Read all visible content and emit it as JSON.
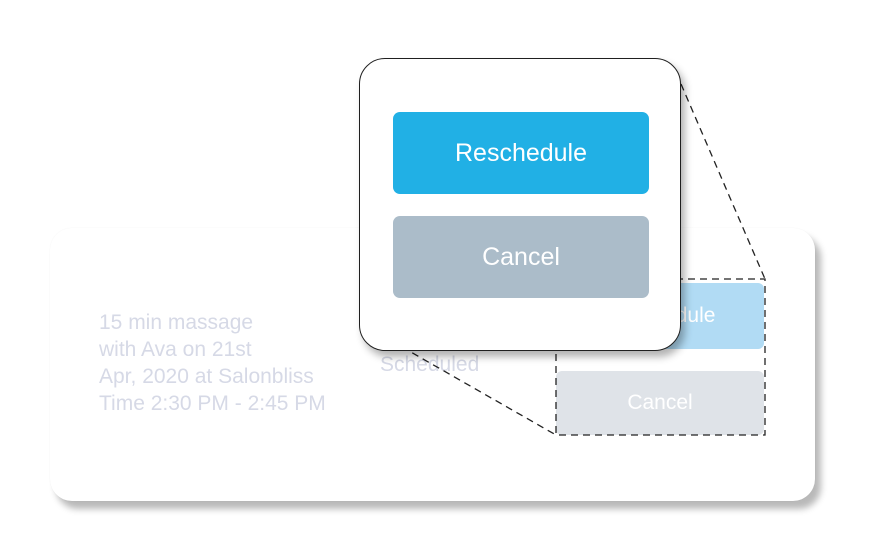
{
  "appointment": {
    "lines": [
      "15 min massage",
      "with Ava on 21st",
      "Apr, 2020 at Salonbliss",
      "Time 2:30 PM - 2:45 PM"
    ],
    "status": "Scheduled"
  },
  "card_buttons": {
    "reschedule_label": "Reschedule",
    "cancel_label": "Cancel"
  },
  "popover": {
    "reschedule_label": "Reschedule",
    "cancel_label": "Cancel"
  },
  "colors": {
    "reschedule_primary": "#21b0e5",
    "cancel_primary": "#abbcc9",
    "reschedule_faded": "#b1dbf4",
    "cancel_faded": "#dfe3e8",
    "faded_text": "#d6d9e6"
  }
}
